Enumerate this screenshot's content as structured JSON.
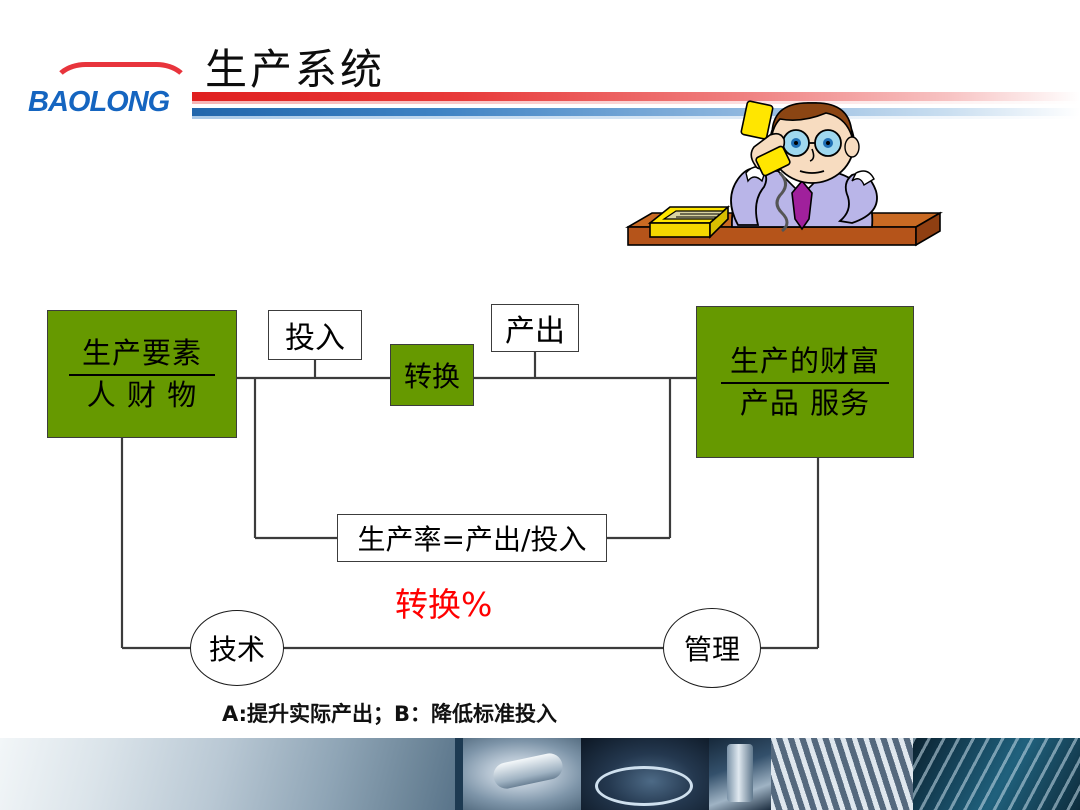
{
  "header": {
    "title": "生产系统",
    "logo_text": "BAOLONG",
    "logo_arc": "red-arc-icon",
    "accent_red": "#e02020",
    "accent_blue": "#2166ac"
  },
  "diagram": {
    "green_color": "#669900",
    "line_color": "#3c3c3c",
    "nodes": {
      "factors": {
        "title": "生产要素",
        "subtitle": "人  财  物"
      },
      "wealth": {
        "title": "生产的财富",
        "subtitle": "产品   服务"
      },
      "input_label": "投入",
      "output_label": "产出",
      "convert": "转换",
      "formula": "生产率=产出/投入",
      "percent_label": "转换%",
      "percent_color": "#ff0000",
      "circle_tech": "技术",
      "circle_mgmt": "管理"
    },
    "caption": "A:提升实际产出；B：降低标准投入"
  },
  "clipart": {
    "name": "businessman-on-phone",
    "skin": "#f7dcc0",
    "hair": "#8b4513",
    "shirt": "#b9b5e8",
    "tie": "#a0209c",
    "desk": "#b5541a",
    "desk_top": "#c1601f",
    "phone": "#ffe600",
    "glasses": "#9fd8ef"
  },
  "footer": {
    "name": "industrial-photo-strip",
    "segments": [
      "gradient-panel",
      "divider",
      "machine-part-photo",
      "exhaust-pipes-photo",
      "metal-rod-photo",
      "metal-fins-photo",
      "circuit-board-photo"
    ]
  }
}
